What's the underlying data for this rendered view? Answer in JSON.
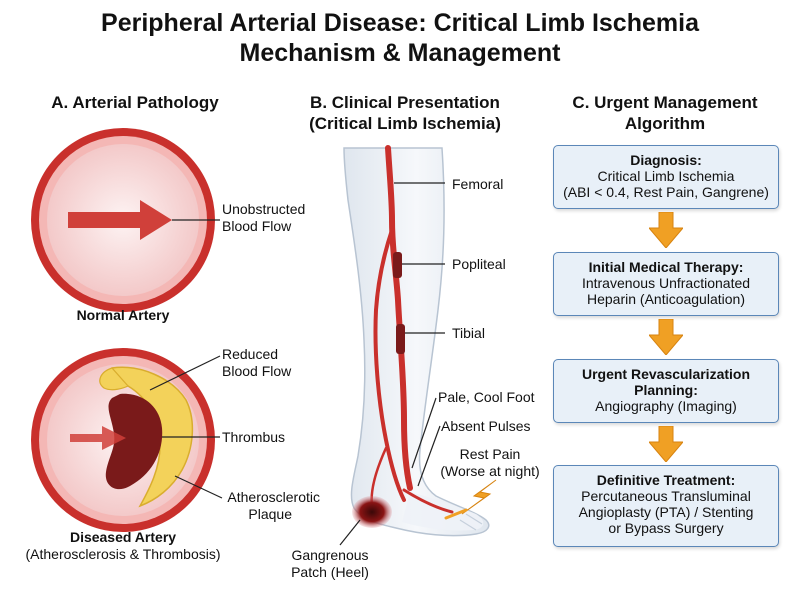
{
  "title": {
    "line1": "Peripheral Arterial Disease: Critical Limb Ischemia",
    "line2": "Mechanism & Management"
  },
  "section_a": {
    "heading": "A. Arterial Pathology",
    "normal": {
      "caption": "Normal Artery",
      "flow_label_1": "Unobstructed",
      "flow_label_2": "Blood Flow"
    },
    "diseased": {
      "caption": "Diseased Artery",
      "subcaption": "(Atherosclerosis & Thrombosis)",
      "reduced_flow_1": "Reduced",
      "reduced_flow_2": "Blood Flow",
      "thrombus": "Thrombus",
      "plaque_1": "Atherosclerotic",
      "plaque_2": "Plaque"
    }
  },
  "section_b": {
    "heading_1": "B. Clinical Presentation",
    "heading_2": "(Critical Limb Ischemia)",
    "labels": {
      "femoral": "Femoral",
      "popliteal": "Popliteal",
      "tibial": "Tibial",
      "pale_foot": "Pale, Cool Foot",
      "absent_pulses": "Absent Pulses",
      "rest_pain_1": "Rest Pain",
      "rest_pain_2": "(Worse at night)",
      "gangrene_1": "Gangrenous",
      "gangrene_2": "Patch (Heel)"
    }
  },
  "section_c": {
    "heading_1": "C. Urgent Management",
    "heading_2": "Algorithm",
    "steps": [
      {
        "title": "Diagnosis:",
        "lines": [
          "Critical Limb Ischemia",
          "(ABI < 0.4, Rest Pain, Gangrene)"
        ]
      },
      {
        "title": "Initial Medical Therapy:",
        "lines": [
          "Intravenous Unfractionated",
          "Heparin (Anticoagulation)"
        ]
      },
      {
        "title_1": "Urgent Revascularization",
        "title_2": "Planning:",
        "lines": [
          "Angiography (Imaging)"
        ]
      },
      {
        "title": "Definitive Treatment:",
        "lines": [
          "Percutaneous Transluminal",
          "Angioplasty (PTA) / Stenting",
          "or Bypass Surgery"
        ]
      }
    ]
  },
  "colors": {
    "artery_red": "#c9302c",
    "artery_light": "#f7d7d7",
    "plaque_yellow": "#f3d25a",
    "thrombus": "#7a1a1a",
    "box_fill": "#e8f0f8",
    "box_border": "#5b87b8",
    "arrow_orange": "#f0a024"
  }
}
